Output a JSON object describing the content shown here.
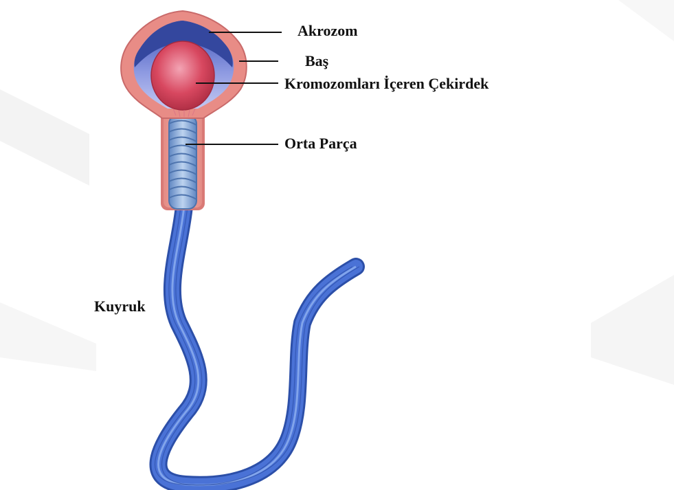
{
  "labels": {
    "acrosome": "Akrozom",
    "head": "Baş",
    "nucleus": "Kromozomları İçeren Çekirdek",
    "midpiece": "Orta Parça",
    "tail": "Kuyruk"
  },
  "colors": {
    "membrane": "#e58a88",
    "membrane_edge": "#c96a6a",
    "acrosome": "#3c4fb4",
    "head_inner": "#9ba6e6",
    "nucleus": "#d84860",
    "midpiece": "#7fa8d6",
    "tail": "#4a72d6",
    "tail_edge": "#2c4fa8",
    "leader_line": "#111111",
    "watermark": "#f2f2f2"
  }
}
